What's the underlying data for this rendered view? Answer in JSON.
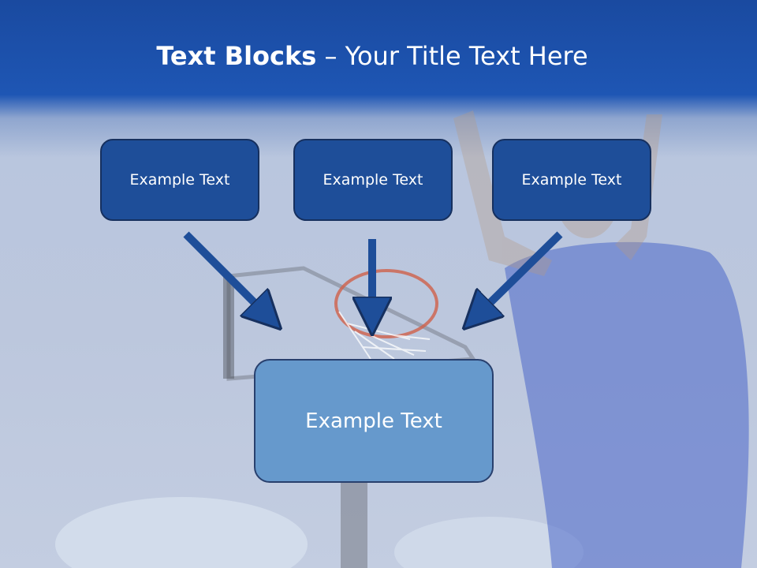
{
  "slide": {
    "title_bold": "Text Blocks",
    "title_dash": " – ",
    "title_rest": "Your Title Text Here"
  },
  "blocks": {
    "top": [
      "Example Text",
      "Example Text",
      "Example Text"
    ],
    "center": "Example Text"
  },
  "colors": {
    "header": "#1e56b4",
    "small_box_fill": "#1e4e99",
    "center_box_fill": "#6699cc",
    "arrow": "#1e4e99"
  },
  "background_image": "basketball-player-dunk-photo"
}
